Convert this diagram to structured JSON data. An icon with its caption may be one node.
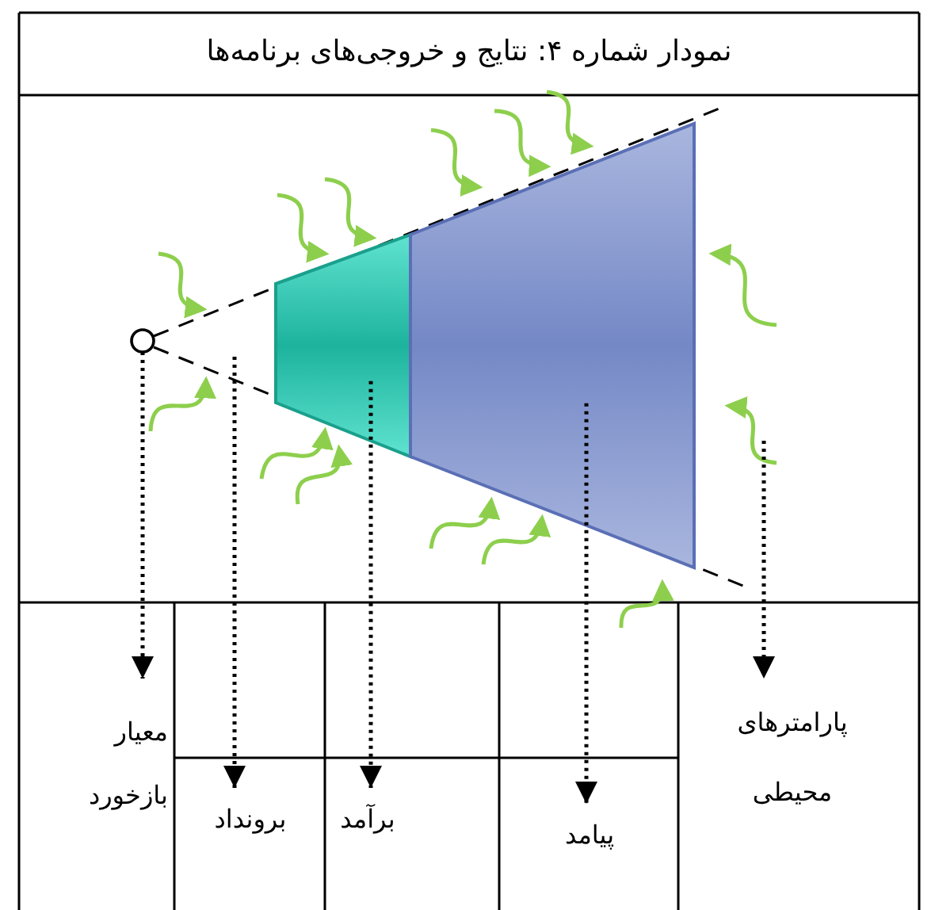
{
  "diagram": {
    "title": "نمودار شماره ۴: نتایج و خروجی‌های برنامه‌ها",
    "nodes": [
      {
        "text": [],
        "shape": "circle"
      },
      {
        "text": [],
        "shape": "trapezoid"
      },
      {
        "text": [],
        "shape": "trapezoid"
      },
      {
        "text": [
          "معیار بازخورد"
        ]
      },
      {
        "text": [
          "برونداد"
        ]
      },
      {
        "text": [
          "برآمد"
        ]
      },
      {
        "text": [
          "پیامد"
        ]
      },
      {
        "text": [
          "پارامترهای محیطی"
        ]
      }
    ],
    "edges": [
      {
        "from": 0,
        "to": 3,
        "arrow": "to"
      },
      {
        "from": null,
        "to": 4,
        "arrow": "to"
      },
      {
        "from": 1,
        "to": 5,
        "arrow": "to"
      },
      {
        "from": 2,
        "to": 6,
        "arrow": "to"
      },
      {
        "from": null,
        "to": 7,
        "arrow": "to"
      }
    ]
  }
}
